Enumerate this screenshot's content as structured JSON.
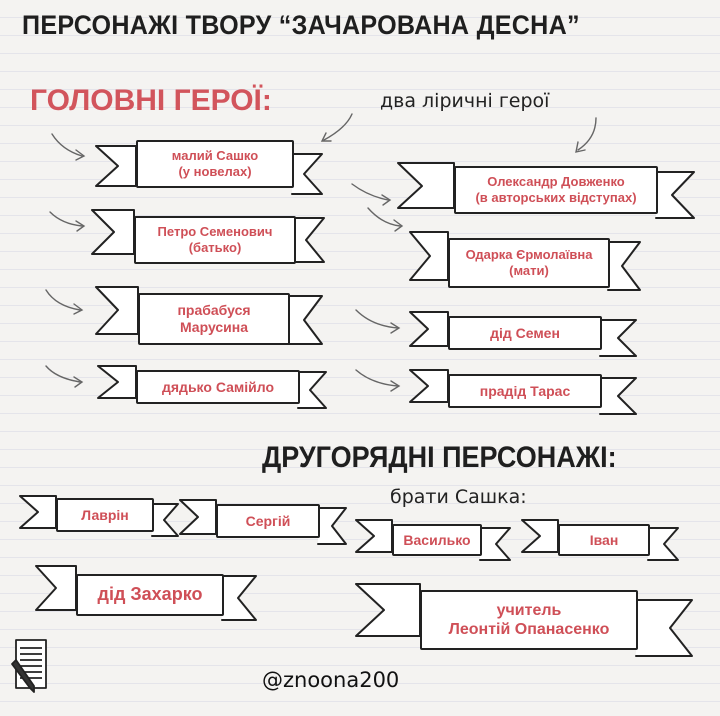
{
  "title": "ПЕРСОНАЖІ ТВОРУ “ЗАЧАРОВАНА ДЕСНА”",
  "main_heading": "ГОЛОВНІ ГЕРОЇ:",
  "lyric_note": "два ліричні герої",
  "main_characters_left": [
    {
      "line1": "малий Сашко",
      "line2": "(у новелах)"
    },
    {
      "line1": "Петро Семенович",
      "line2": "(батько)"
    },
    {
      "line1": "прабабуся",
      "line2": "Марусина"
    },
    {
      "line1": "дядько Самійло",
      "line2": ""
    }
  ],
  "main_characters_right": [
    {
      "line1": "Олександр Довженко",
      "line2": "(в авторських відступах)"
    },
    {
      "line1": "Одарка Єрмолаївна",
      "line2": "(мати)"
    },
    {
      "line1": "дід Семен",
      "line2": ""
    },
    {
      "line1": "прадід Тарас",
      "line2": ""
    }
  ],
  "secondary_heading": "ДРУГОРЯДНІ ПЕРСОНАЖІ:",
  "brothers_note": "брати Сашка:",
  "secondary_characters": [
    {
      "line1": "Лаврін",
      "line2": ""
    },
    {
      "line1": "Сергій",
      "line2": ""
    },
    {
      "line1": "Василько",
      "line2": ""
    },
    {
      "line1": "Іван",
      "line2": ""
    },
    {
      "line1": "дід Захарко",
      "line2": ""
    },
    {
      "line1": "учитель",
      "line2": "Леонтій Опанасенко"
    }
  ],
  "handle": "@znoona200",
  "colors": {
    "accent": "#d2555c",
    "ink": "#1f1f1f",
    "paper": "#f4f3f1"
  },
  "icons": [
    "notepad-pencil-icon",
    "arrow-icon",
    "ribbon-banner"
  ]
}
